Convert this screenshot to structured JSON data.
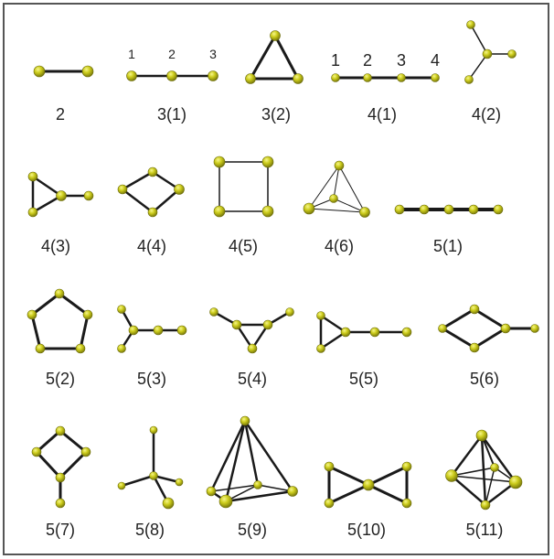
{
  "labels": [
    "2",
    "3(1)",
    "3(2)",
    "4(1)",
    "4(2)",
    "4(3)",
    "4(4)",
    "4(5)",
    "4(6)",
    "5(1)",
    "5(2)",
    "5(3)",
    "5(4)",
    "5(5)",
    "5(6)",
    "5(7)",
    "5(8)",
    "5(9)",
    "5(10)",
    "5(11)"
  ],
  "numbers_3_1": [
    "1",
    "2",
    "3"
  ],
  "numbers_4_1": [
    "1",
    "2",
    "3",
    "4"
  ],
  "colors": {
    "atom_fill": "#c8c818",
    "atom_dark": "#8a8a06",
    "atom_light": "#f2f26a",
    "bond": "#1a1a1a",
    "border": "#555555",
    "text": "#222222"
  }
}
